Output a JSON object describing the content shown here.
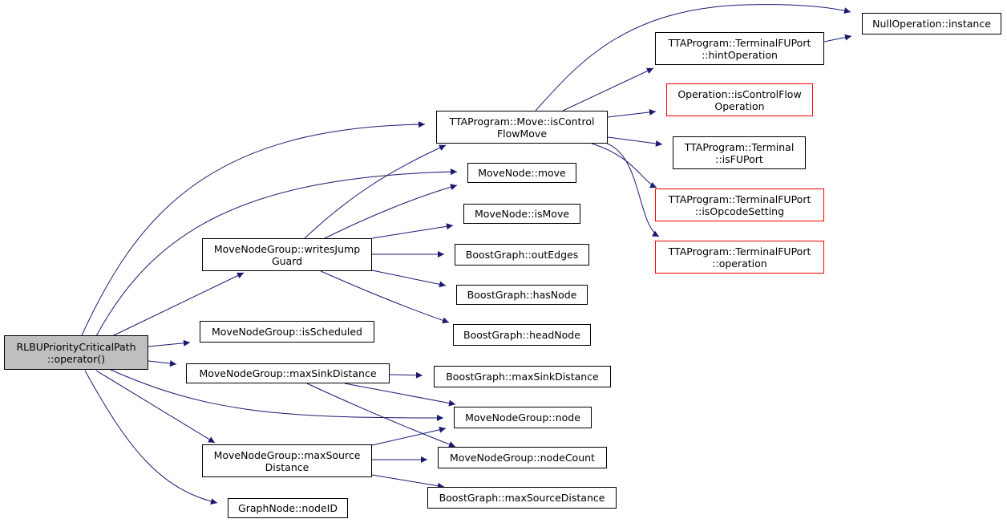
{
  "graph": {
    "root": "rlbu",
    "colors": {
      "edge": "#191970",
      "border": "#000000",
      "border_truncated": "#ff0000",
      "root_fill": "#bfbfbf"
    },
    "nodes": {
      "rlbu": {
        "lines": [
          "RLBUPriorityCriticalPath",
          "::operator()"
        ],
        "style": "root"
      },
      "move_iscontrolflowmove": {
        "lines": [
          "TTAProgram::Move::isControl",
          "FlowMove"
        ],
        "style": "normal"
      },
      "movenode_move": {
        "lines": [
          "MoveNode::move"
        ],
        "style": "normal"
      },
      "movenodegroup_writesjumpguard": {
        "lines": [
          "MoveNodeGroup::writesJump",
          "Guard"
        ],
        "style": "normal"
      },
      "movenodegroup_isscheduled": {
        "lines": [
          "MoveNodeGroup::isScheduled"
        ],
        "style": "normal"
      },
      "movenodegroup_maxsinkdistance": {
        "lines": [
          "MoveNodeGroup::maxSinkDistance"
        ],
        "style": "normal"
      },
      "movenodegroup_node": {
        "lines": [
          "MoveNodeGroup::node"
        ],
        "style": "normal"
      },
      "movenodegroup_maxsourcedistance": {
        "lines": [
          "MoveNodeGroup::maxSource",
          "Distance"
        ],
        "style": "normal"
      },
      "graphnode_nodeid": {
        "lines": [
          "GraphNode::nodeID"
        ],
        "style": "normal"
      },
      "nulloperation_instance": {
        "lines": [
          "NullOperation::instance"
        ],
        "style": "normal"
      },
      "terminalfuport_hintoperation": {
        "lines": [
          "TTAProgram::TerminalFUPort",
          "::hintOperation"
        ],
        "style": "normal"
      },
      "operation_iscontrolflowoperation": {
        "lines": [
          "Operation::isControlFlow",
          "Operation"
        ],
        "style": "truncated"
      },
      "terminal_isfuport": {
        "lines": [
          "TTAProgram::Terminal",
          "::isFUPort"
        ],
        "style": "normal"
      },
      "terminalfuport_isopcodesetting": {
        "lines": [
          "TTAProgram::TerminalFUPort",
          "::isOpcodeSetting"
        ],
        "style": "truncated"
      },
      "terminalfuport_operation": {
        "lines": [
          "TTAProgram::TerminalFUPort",
          "::operation"
        ],
        "style": "truncated"
      },
      "movenode_ismove": {
        "lines": [
          "MoveNode::isMove"
        ],
        "style": "normal"
      },
      "boostgraph_outedges": {
        "lines": [
          "BoostGraph::outEdges"
        ],
        "style": "normal"
      },
      "boostgraph_hasnode": {
        "lines": [
          "BoostGraph::hasNode"
        ],
        "style": "normal"
      },
      "boostgraph_headnode": {
        "lines": [
          "BoostGraph::headNode"
        ],
        "style": "normal"
      },
      "boostgraph_maxsinkdistance": {
        "lines": [
          "BoostGraph::maxSinkDistance"
        ],
        "style": "normal"
      },
      "movenodegroup_nodecount": {
        "lines": [
          "MoveNodeGroup::nodeCount"
        ],
        "style": "normal"
      },
      "boostgraph_maxsourcedistance": {
        "lines": [
          "BoostGraph::maxSourceDistance"
        ],
        "style": "normal"
      }
    },
    "edges": [
      {
        "from": "rlbu",
        "to": "move_iscontrolflowmove"
      },
      {
        "from": "rlbu",
        "to": "movenode_move"
      },
      {
        "from": "rlbu",
        "to": "movenodegroup_writesjumpguard"
      },
      {
        "from": "rlbu",
        "to": "movenodegroup_isscheduled"
      },
      {
        "from": "rlbu",
        "to": "movenodegroup_maxsinkdistance"
      },
      {
        "from": "rlbu",
        "to": "movenodegroup_node"
      },
      {
        "from": "rlbu",
        "to": "movenodegroup_maxsourcedistance"
      },
      {
        "from": "rlbu",
        "to": "graphnode_nodeid"
      },
      {
        "from": "move_iscontrolflowmove",
        "to": "nulloperation_instance"
      },
      {
        "from": "move_iscontrolflowmove",
        "to": "terminalfuport_hintoperation"
      },
      {
        "from": "move_iscontrolflowmove",
        "to": "operation_iscontrolflowoperation"
      },
      {
        "from": "move_iscontrolflowmove",
        "to": "terminal_isfuport"
      },
      {
        "from": "move_iscontrolflowmove",
        "to": "terminalfuport_isopcodesetting"
      },
      {
        "from": "move_iscontrolflowmove",
        "to": "terminalfuport_operation"
      },
      {
        "from": "terminalfuport_hintoperation",
        "to": "nulloperation_instance"
      },
      {
        "from": "movenodegroup_writesjumpguard",
        "to": "move_iscontrolflowmove"
      },
      {
        "from": "movenodegroup_writesjumpguard",
        "to": "movenode_move"
      },
      {
        "from": "movenodegroup_writesjumpguard",
        "to": "movenode_ismove"
      },
      {
        "from": "movenodegroup_writesjumpguard",
        "to": "boostgraph_outedges"
      },
      {
        "from": "movenodegroup_writesjumpguard",
        "to": "boostgraph_hasnode"
      },
      {
        "from": "movenodegroup_writesjumpguard",
        "to": "boostgraph_headnode"
      },
      {
        "from": "movenodegroup_maxsinkdistance",
        "to": "boostgraph_maxsinkdistance"
      },
      {
        "from": "movenodegroup_maxsinkdistance",
        "to": "movenodegroup_node"
      },
      {
        "from": "movenodegroup_maxsinkdistance",
        "to": "movenodegroup_nodecount"
      },
      {
        "from": "movenodegroup_maxsourcedistance",
        "to": "movenodegroup_node"
      },
      {
        "from": "movenodegroup_maxsourcedistance",
        "to": "movenodegroup_nodecount"
      },
      {
        "from": "movenodegroup_maxsourcedistance",
        "to": "boostgraph_maxsourcedistance"
      }
    ]
  }
}
